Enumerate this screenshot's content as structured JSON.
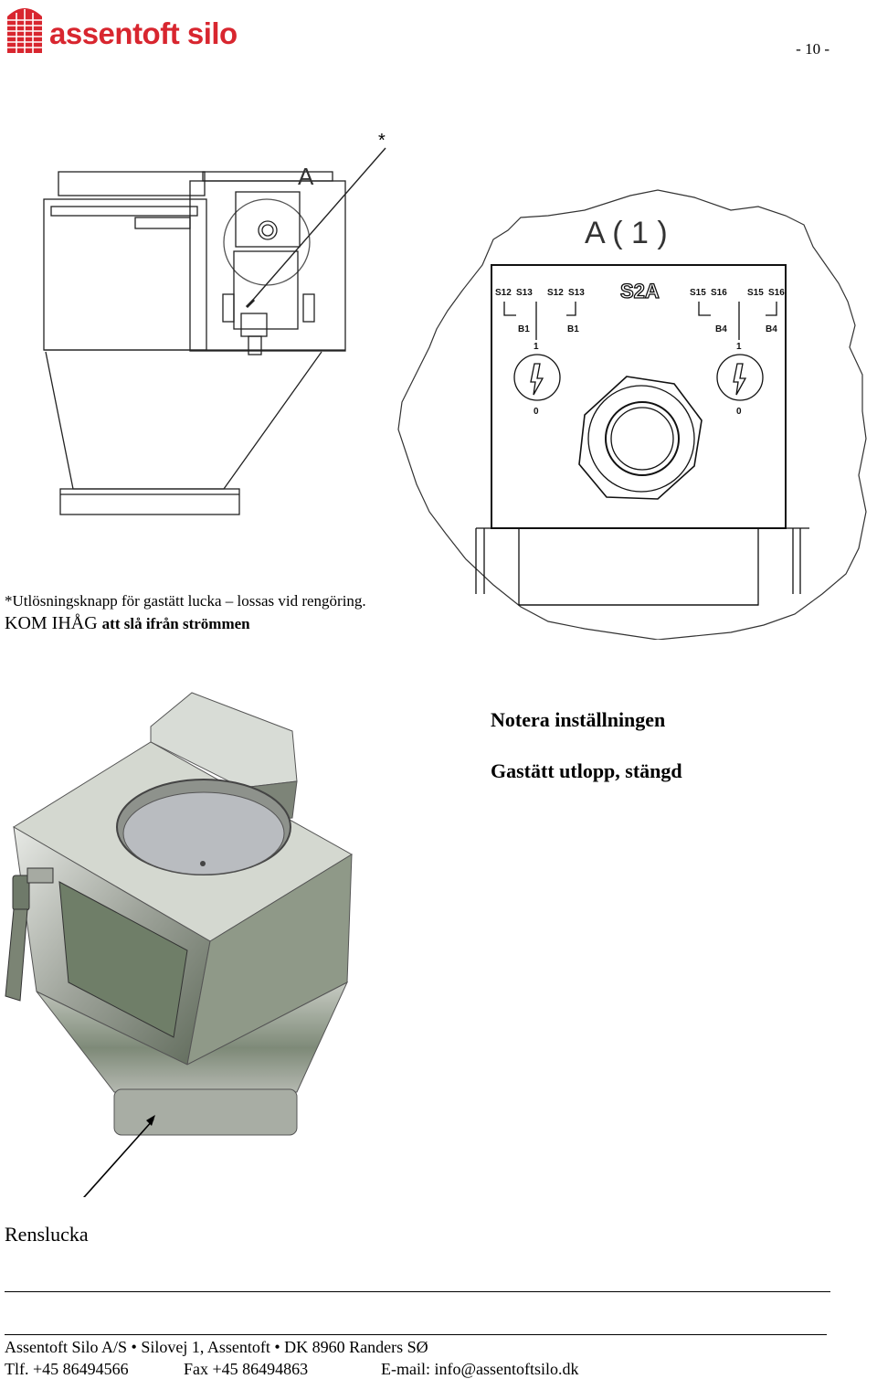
{
  "header": {
    "logo_text": "assentoft silo",
    "page_number": "- 10 -"
  },
  "drawing1": {
    "asterisk": "*",
    "detail_label": "A",
    "detail_title": "A ( 1 )",
    "switch_tag": "S2A",
    "terminal_labels": [
      "S12",
      "S13",
      "S12",
      "S13",
      "S15",
      "S16",
      "S15",
      "S16"
    ],
    "sensor_labels": [
      "B1",
      "B1",
      "B4",
      "B4"
    ],
    "dial_top": "1",
    "dial_bottom": "0"
  },
  "caption": {
    "part1": "*Utlösningsknapp för gastätt lucka – lossas vid rengöring. ",
    "part2": "KOM IHÅG ",
    "part3": "att slå ifrån strömmen"
  },
  "notes": {
    "line1": "Notera inställningen",
    "line2": "Gastätt utlopp, stängd"
  },
  "photo_label": "Renslucka",
  "footer": {
    "address": "Assentoft Silo A/S • Silovej 1, Assentoft • DK 8960 Randers SØ",
    "phone": "Tlf. +45 86494566",
    "fax": "Fax +45 86494863",
    "email": "E-mail: info@assentoftsilo.dk"
  },
  "colors": {
    "brand_red": "#d8262f"
  }
}
